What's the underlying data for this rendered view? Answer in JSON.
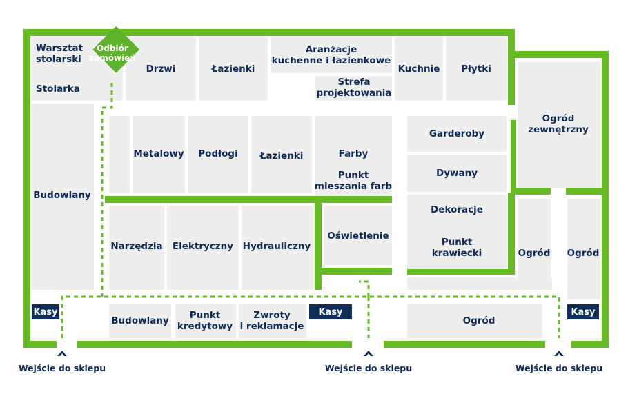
{
  "colors": {
    "wall": "#66bb22",
    "room": "#eeeeee",
    "text": "#0d2a5a",
    "kasa_bg": "#0f2e5c",
    "kasa_text": "#ffffff",
    "odbior_bg": "#5cb32a"
  },
  "pickup": {
    "label": "Odbiór\nzamówień",
    "icon": "green-diamond"
  },
  "departments": {
    "warsztat": "Warsztat\nstolarski",
    "stolarka": "Stolarka",
    "drzwi": "Drzwi",
    "lazienki_top": "Łazienki",
    "aranzacje": "Aranżacje\nkuchenne i łazienkowe",
    "strefa": "Strefa\nprojektowania",
    "kuchnie": "Kuchnie",
    "plytki": "Płytki",
    "ogrod_zewn": "Ogród\nzewnętrzny",
    "budowlany_left": "Budowlany",
    "metalowy": "Metalowy",
    "podlogi": "Podłogi",
    "lazienki_mid": "Łazienki",
    "farby": "Farby",
    "punkt_mieszania": "Punkt\nmieszania farb",
    "garderoby": "Garderoby",
    "dywany": "Dywany",
    "dekoracje": "Dekoracje",
    "punkt_krawiecki": "Punkt\nkrawiecki",
    "narzedzia": "Narzędzia",
    "elektryczny": "Elektryczny",
    "hydrauliczny": "Hydrauliczny",
    "oswietlenie": "Oświetlenie",
    "ogrod_mid": "Ogród",
    "ogrod_right": "Ogród",
    "budowlany_bottom": "Budowlany",
    "punkt_kredytowy": "Punkt\nkredytowy",
    "zwroty": "Zwroty\ni reklamacje",
    "ogrod_bottom": "Ogród"
  },
  "checkouts": [
    "Kasy",
    "Kasy",
    "Kasy"
  ],
  "entrances": [
    "Wejście do sklepu",
    "Wejście do sklepu",
    "Wejście do sklepu"
  ]
}
